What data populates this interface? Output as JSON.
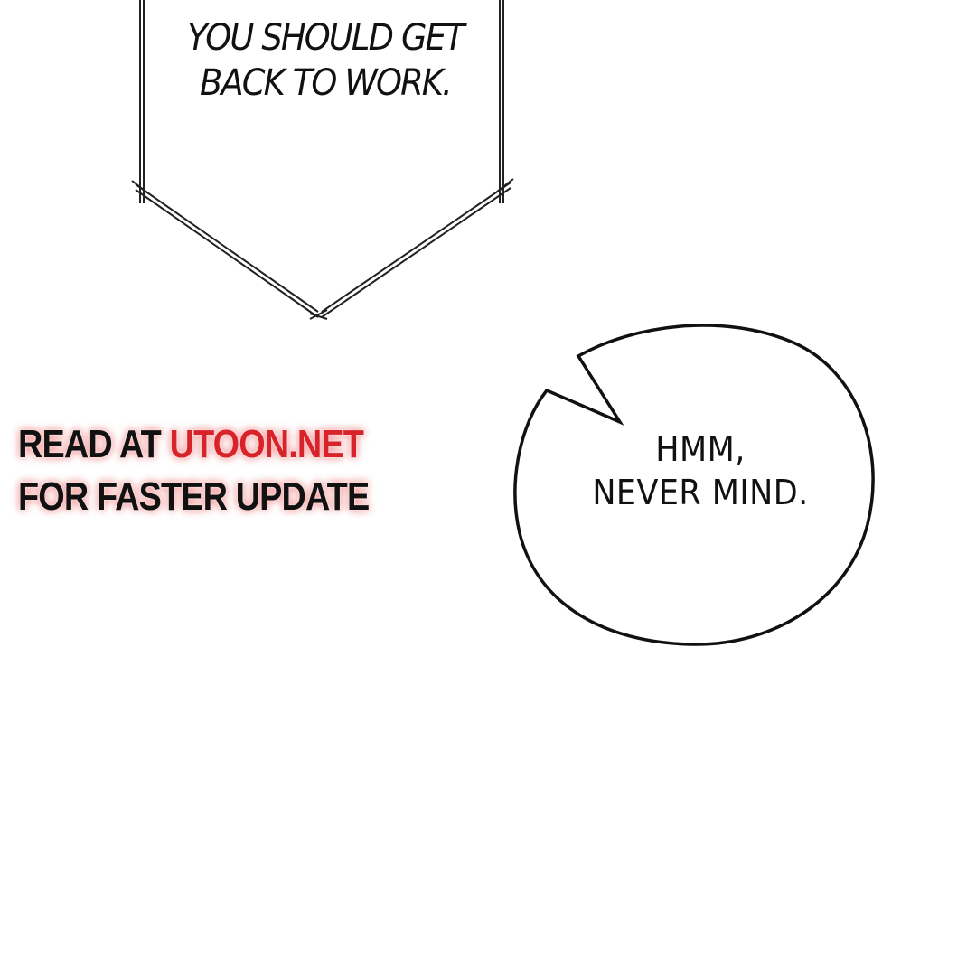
{
  "sign_bubble": {
    "lines": [
      "YOU SHOULD GET",
      "BACK TO WORK."
    ]
  },
  "speech_bubble": {
    "lines": [
      "HMM,",
      "NEVER MIND."
    ]
  },
  "watermark": {
    "line1_prefix": "READ AT ",
    "line1_site": "UTOON.NET",
    "line2": "FOR FASTER UPDATE"
  },
  "colors": {
    "background": "#ffffff",
    "ink": "#111111",
    "watermark_accent": "#d8232a"
  }
}
